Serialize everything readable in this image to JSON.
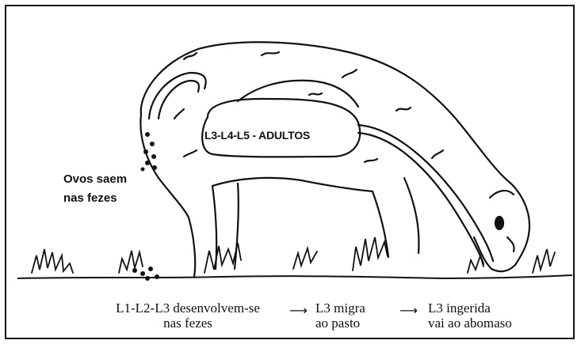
{
  "diagram": {
    "center_label": "L3-L4-L5 - ADULTOS",
    "eggs_label": [
      "Ovos saem",
      "nas fezes"
    ],
    "stages": [
      {
        "lines": [
          "L1-L2-L3 desenvolvem-se",
          "nas fezes"
        ]
      },
      {
        "lines": [
          "L3 migra",
          "ao pasto"
        ]
      },
      {
        "lines": [
          "L3 ingerida",
          "vai ao abomaso"
        ]
      }
    ],
    "arrow_glyph": "⟶"
  }
}
